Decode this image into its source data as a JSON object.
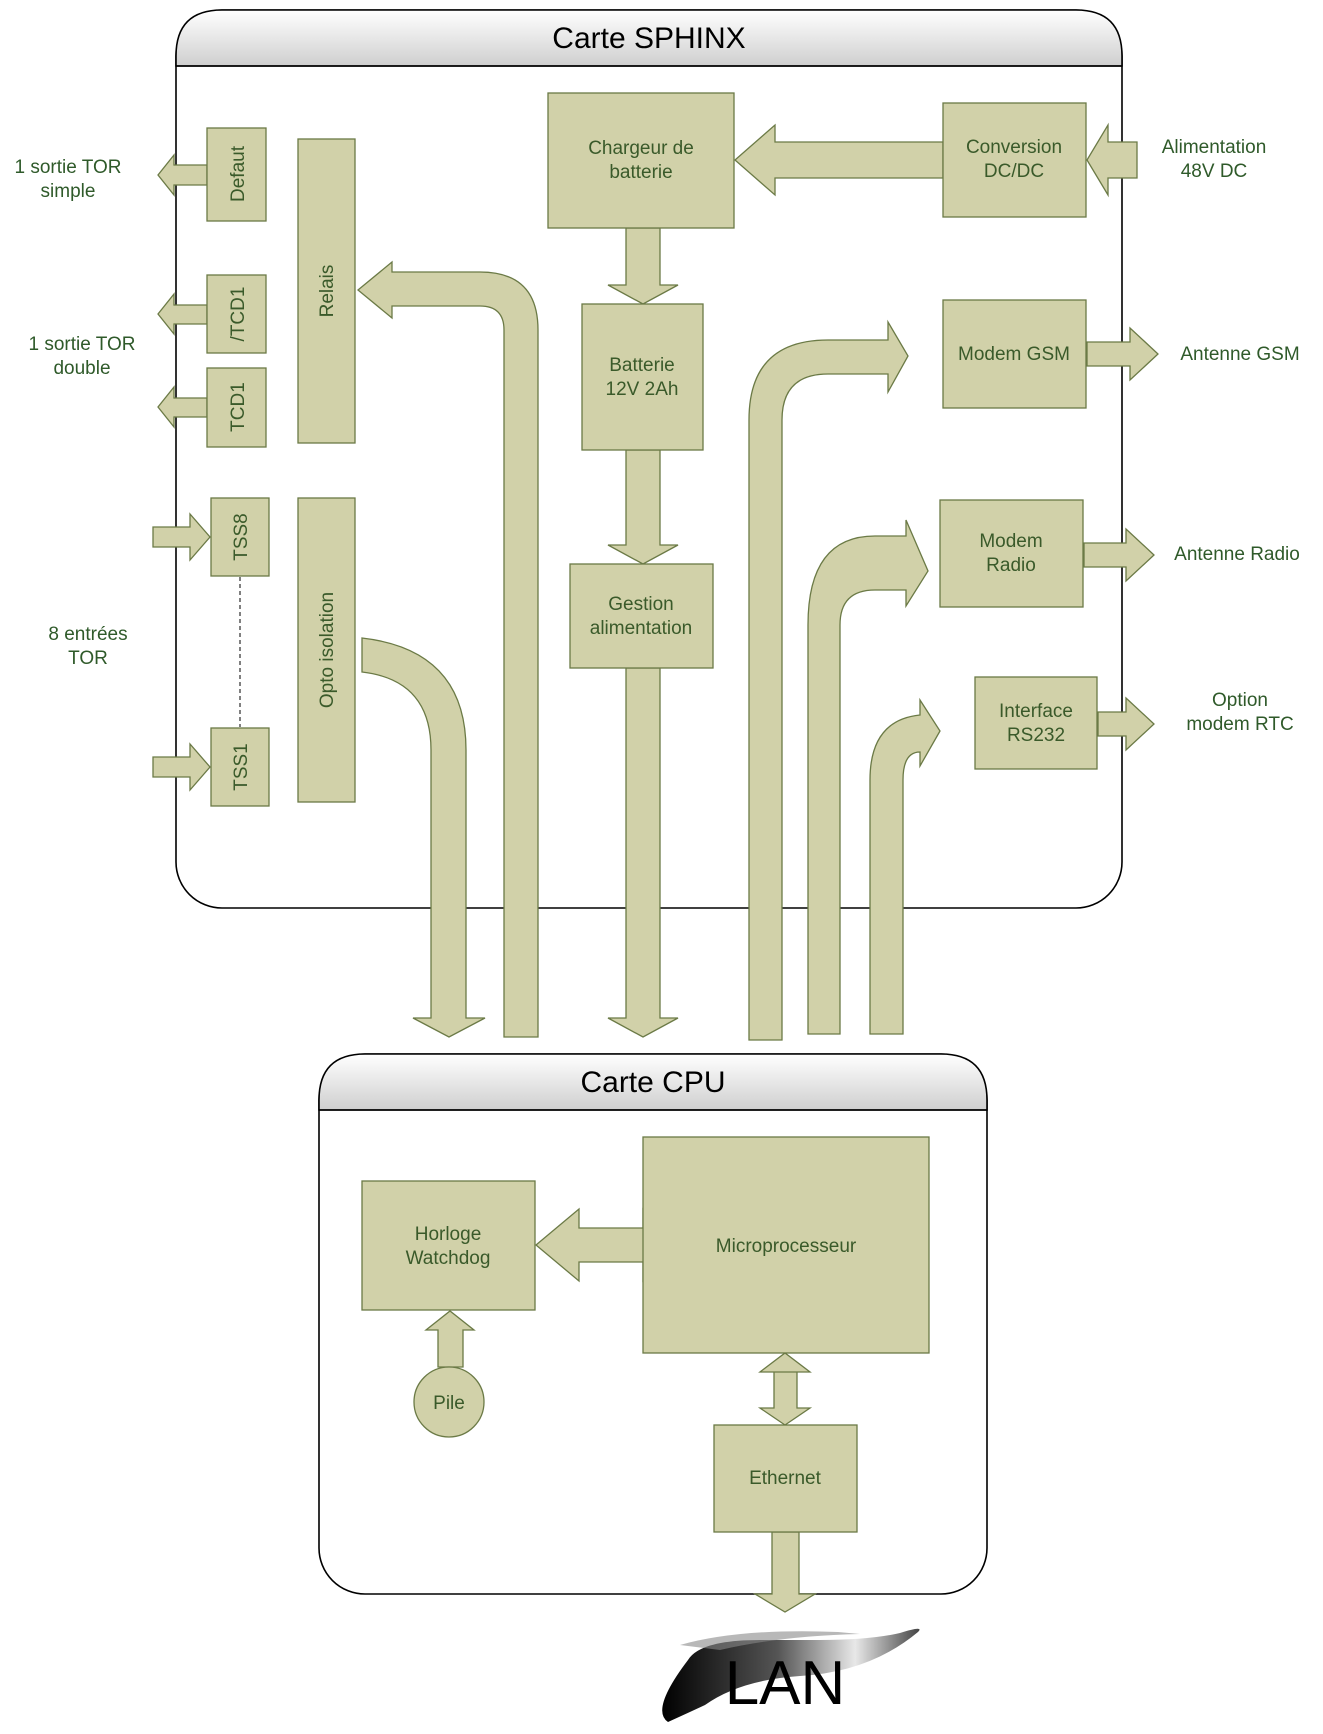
{
  "cards": {
    "sphinx_title": "Carte SPHINX",
    "cpu_title": "Carte CPU"
  },
  "sphinx": {
    "defaut": "Defaut",
    "tcd1_bar": "/TCD1",
    "tcd1": "TCD1",
    "relais": "Relais",
    "tss8": "TSS8",
    "tss1": "TSS1",
    "opto": "Opto isolation",
    "chargeur": [
      "Chargeur de",
      "batterie"
    ],
    "conversion": [
      "Conversion",
      "DC/DC"
    ],
    "batterie": [
      "Batterie",
      "12V 2Ah"
    ],
    "gestion": [
      "Gestion",
      "alimentation"
    ],
    "modem_gsm": "Modem GSM",
    "modem_radio": [
      "Modem",
      "Radio"
    ],
    "interface": [
      "Interface",
      "RS232"
    ]
  },
  "external": {
    "sortie_simple": [
      "1 sortie TOR",
      "simple"
    ],
    "sortie_double": [
      "1 sortie TOR",
      "double"
    ],
    "entrees": [
      "8 entrées",
      "TOR"
    ],
    "alimentation": [
      "Alimentation",
      "48V DC"
    ],
    "antenne_gsm": "Antenne GSM",
    "antenne_radio": "Antenne Radio",
    "option_rtc": [
      "Option",
      "modem RTC"
    ]
  },
  "cpu": {
    "horloge": [
      "Horloge",
      "Watchdog"
    ],
    "microprocesseur": "Microprocesseur",
    "pile": "Pile",
    "ethernet": "Ethernet"
  },
  "lan_label": "LAN",
  "colors": {
    "block_fill": "#d1d1a9",
    "block_stroke": "#6b7a46",
    "text": "#3a5a2a"
  }
}
